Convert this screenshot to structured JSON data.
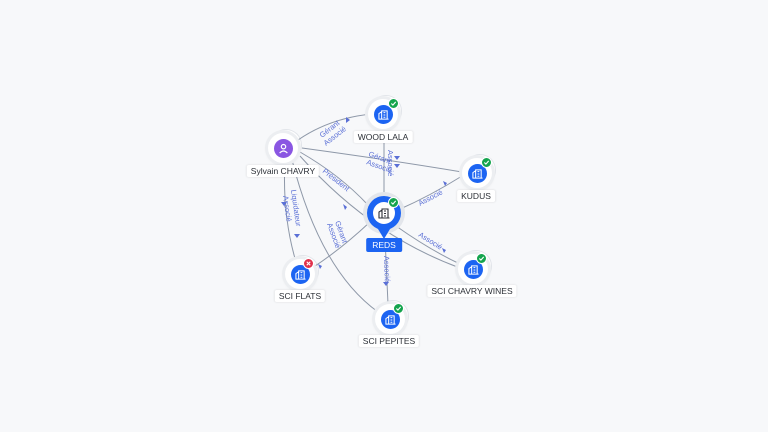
{
  "nodes": {
    "reds": {
      "label": "REDS",
      "icon": "building-icon",
      "status": "check-icon"
    },
    "sylvain": {
      "label": "Sylvain CHAVRY",
      "icon": "person-icon"
    },
    "wood_lala": {
      "label": "WOOD LALA",
      "icon": "building-icon",
      "status": "check-icon"
    },
    "kudus": {
      "label": "KUDUS",
      "icon": "building-icon",
      "status": "check-icon"
    },
    "chavry_wines": {
      "label": "SCI CHAVRY WINES",
      "icon": "building-icon",
      "status": "check-icon"
    },
    "pepites": {
      "label": "SCI PEPITES",
      "icon": "building-icon",
      "status": "check-icon"
    },
    "flats": {
      "label": "SCI FLATS",
      "icon": "building-icon",
      "status": "cross-icon"
    }
  },
  "edge_labels": {
    "sylvain_wood_1": "Gérant",
    "sylvain_wood_2": "Associé",
    "sylvain_kudus_1": "Gérant",
    "sylvain_kudus_2": "Associé",
    "sylvain_reds": "Président",
    "sylvain_flats_1": "Liquidateur",
    "sylvain_flats_2": "Associé",
    "sylvain_pepites_1": "Gérant",
    "sylvain_pepites_2": "Associé",
    "reds_wood": "Associé",
    "reds_kudus": "Associé",
    "reds_wines": "Associé",
    "reds_pepites": "Associé"
  },
  "colors": {
    "company": "#1c64f2",
    "person": "#8a56e2",
    "active": "#14a44d",
    "closed": "#e0314b",
    "edge_label": "#5a6fd6"
  }
}
